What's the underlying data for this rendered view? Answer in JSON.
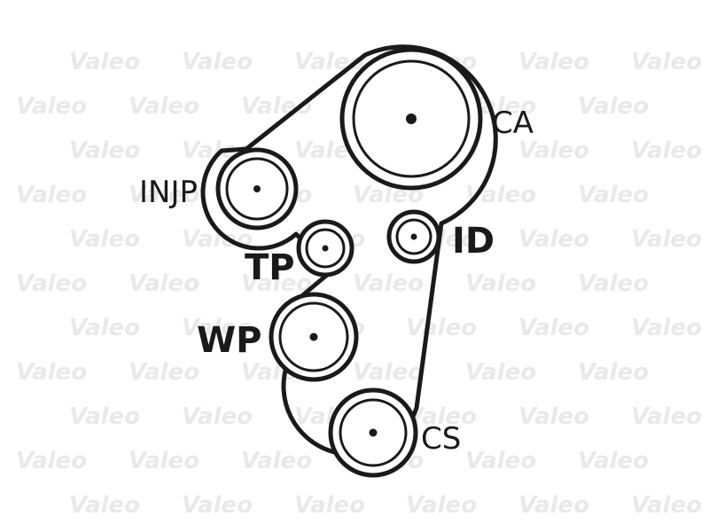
{
  "watermark": {
    "text": "Valeo"
  },
  "pulleys": [
    {
      "id": "CA",
      "label": "CA"
    },
    {
      "id": "INJP",
      "label": "INJP"
    },
    {
      "id": "ID",
      "label": "ID"
    },
    {
      "id": "TP",
      "label": "TP"
    },
    {
      "id": "WP",
      "label": "WP"
    },
    {
      "id": "CS",
      "label": "CS"
    }
  ],
  "colors": {
    "ink": "#1a1a1a",
    "watermark": "#e9e9e9",
    "background": "#ffffff"
  }
}
